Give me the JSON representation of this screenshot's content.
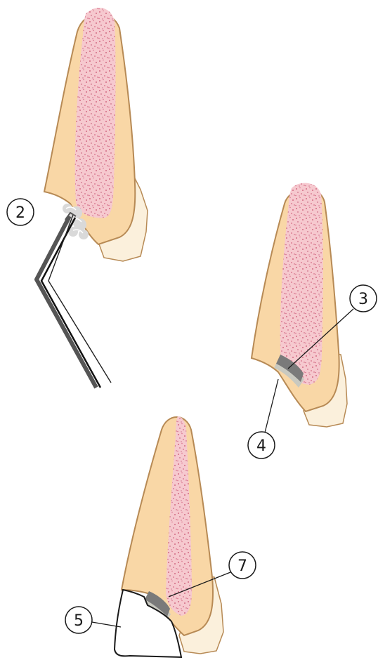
{
  "callouts": {
    "c2": "2",
    "c3": "3",
    "c4": "4",
    "c5": "5",
    "c7": "7"
  },
  "colors": {
    "dentin": "#f9d7a6",
    "dentin_outline": "#b78a55",
    "pulp": "#f6c9cf",
    "pulp_speckle": "#c8506e",
    "enamel": "#fbf0dc",
    "liner_dark": "#7a7a7a",
    "liner_light": "#c9c9c0",
    "instrument": "#555555",
    "cotton": "#d9d9d9",
    "outline": "#1a1a1a"
  }
}
